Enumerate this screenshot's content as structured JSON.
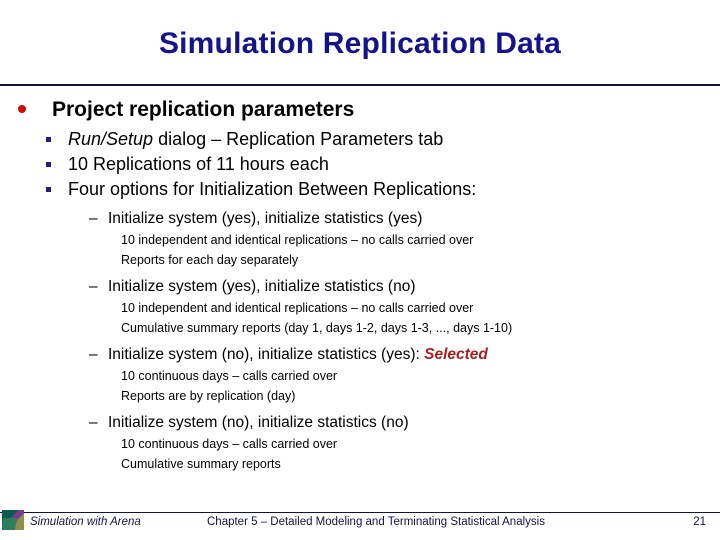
{
  "slide": {
    "title": "Simulation Replication Data",
    "page_number": "21"
  },
  "outline": {
    "level1": "Project replication parameters",
    "level2": [
      {
        "italic_lead": "Run/Setup",
        "rest": " dialog – Replication Parameters tab"
      },
      {
        "italic_lead": "",
        "rest": "10 Replications of 11 hours each"
      },
      {
        "italic_lead": "",
        "rest": "Four options for Initialization Between Replications:"
      }
    ],
    "dash_marker": "–",
    "options": [
      {
        "heading": "Initialize system (yes), initialize statistics (yes)",
        "tag": "",
        "details": [
          "10 independent and identical replications – no calls carried over",
          "Reports for each day separately"
        ]
      },
      {
        "heading": "Initialize system (yes), initialize statistics (no)",
        "tag": "",
        "details": [
          "10 independent and identical replications – no calls carried over",
          "Cumulative summary reports (day 1, days 1-2, days 1-3, ..., days 1-10)"
        ]
      },
      {
        "heading": "Initialize system (no), initialize statistics (yes):",
        "tag": "Selected",
        "details": [
          "10 continuous days – calls carried over",
          "Reports are by replication (day)"
        ]
      },
      {
        "heading": "Initialize system (no), initialize statistics (no)",
        "tag": "",
        "details": [
          "10 continuous days – calls carried over",
          "Cumulative summary reports"
        ]
      }
    ]
  },
  "footer": {
    "book_title": "Simulation with Arena",
    "chapter": "Chapter 5 – Detailed Modeling and Terminating Statistical Analysis"
  },
  "colors": {
    "title_navy": "#13138C",
    "rule_navy": "#12124A",
    "bullet_red": "#D10A0A",
    "bullet_square_navy": "#1F1F7A",
    "selected_red": "#B01C1C",
    "body_black": "#000000",
    "background": "#ffffff"
  }
}
